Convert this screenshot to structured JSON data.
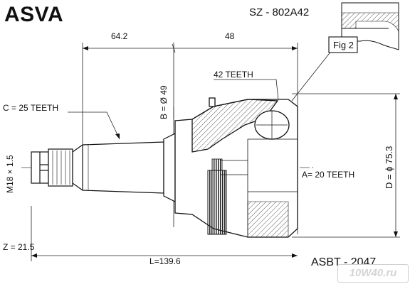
{
  "brand": "ASVA",
  "part_number": "SZ - 802A42",
  "figure_label": "Fig 2",
  "dimensions": {
    "top_left": "64.2",
    "top_right": "48",
    "bore": "B = Ø 49",
    "outer_teeth": "42 TEETH",
    "spline_c": "C = 25 TEETH",
    "thread": "M18 × 1.5",
    "abs_teeth": "A= 20 TEETH",
    "outer_d": "D = ϕ 75.3",
    "z": "Z = 21.5",
    "length": "L=139.6"
  },
  "reference": "ASBT - 2047",
  "watermark": "10W40.ru"
}
